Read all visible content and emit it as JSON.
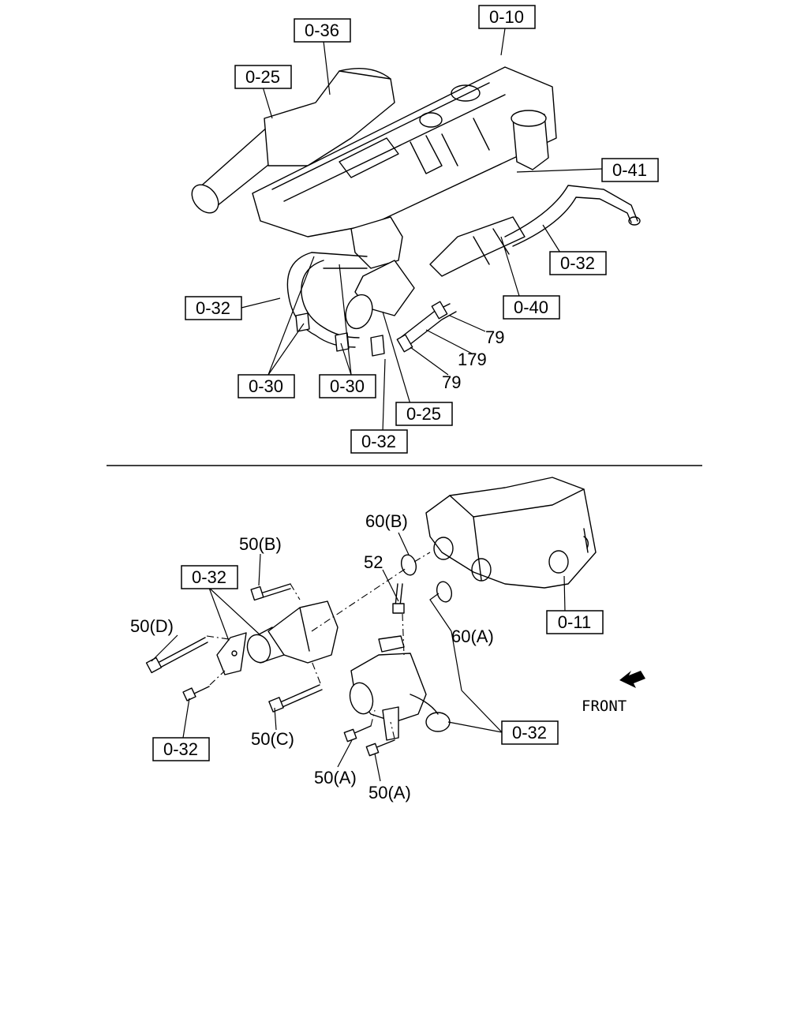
{
  "callouts": {
    "c_0_10": "0-10",
    "c_0_36": "0-36",
    "c_0_25_top": "0-25",
    "c_0_41": "0-41",
    "c_0_32_right": "0-32",
    "c_0_40": "0-40",
    "c_0_32_left": "0-32",
    "c_0_30_a": "0-30",
    "c_0_30_b": "0-30",
    "c_0_25_bottom": "0-25",
    "c_0_32_bottom": "0-32",
    "c_0_32_lower_left": "0-32",
    "c_0_11": "0-11",
    "c_0_32_lower_right": "0-32",
    "c_0_32_lower_bottom": "0-32"
  },
  "parts": {
    "p79_a": "79",
    "p179": "179",
    "p79_b": "79",
    "p60b": "60(B)",
    "p52": "52",
    "p50b": "50(B)",
    "p50d": "50(D)",
    "p60a": "60(A)",
    "p50c": "50(C)",
    "p50a_1": "50(A)",
    "p50a_2": "50(A)"
  },
  "front_label": "FRONT",
  "icons": [
    "front-arrow-icon"
  ]
}
